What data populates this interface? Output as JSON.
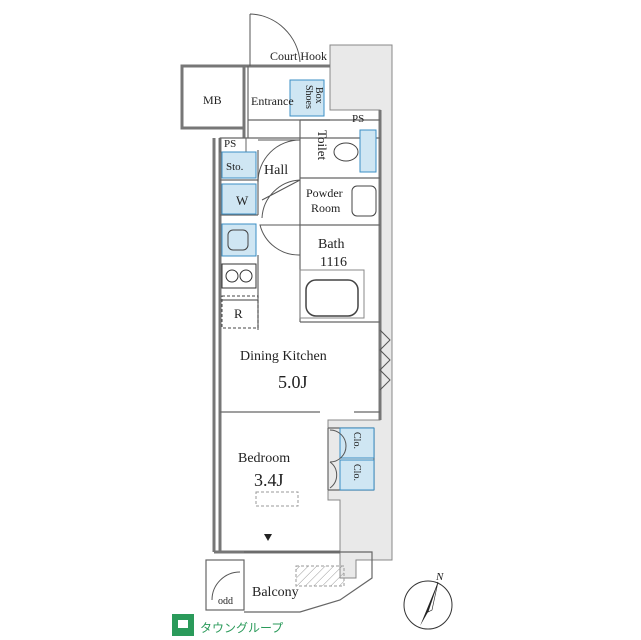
{
  "labels": {
    "court_hook": "Court Hook",
    "mb": "MB",
    "entrance": "Entrance",
    "shoes_box_line1": "Shoes",
    "shoes_box_line2": "Box",
    "ps_left": "PS",
    "ps_right": "PS",
    "storage": "Sto.",
    "hall": "Hall",
    "toilet": "Toilet",
    "washer": "W",
    "powder_room_line1": "Powder",
    "powder_room_line2": "Room",
    "bath": "Bath",
    "bath_size": "1116",
    "refrigerator": "R",
    "dining_kitchen": "Dining Kitchen",
    "dining_kitchen_size": "5.0J",
    "bedroom": "Bedroom",
    "bedroom_size": "3.4J",
    "closet_1": "Clo.",
    "closet_2": "Clo.",
    "balcony": "Balcony",
    "odd": "odd",
    "north": "N",
    "company_name": "タウングループ"
  },
  "colors": {
    "wall": "#777777",
    "wall_fill": "#9a9a9a",
    "line": "#444444",
    "fixture_blue": "#cfe6f3",
    "fixture_stroke": "#3b8fc4",
    "logo_green": "#2a9a5a"
  }
}
